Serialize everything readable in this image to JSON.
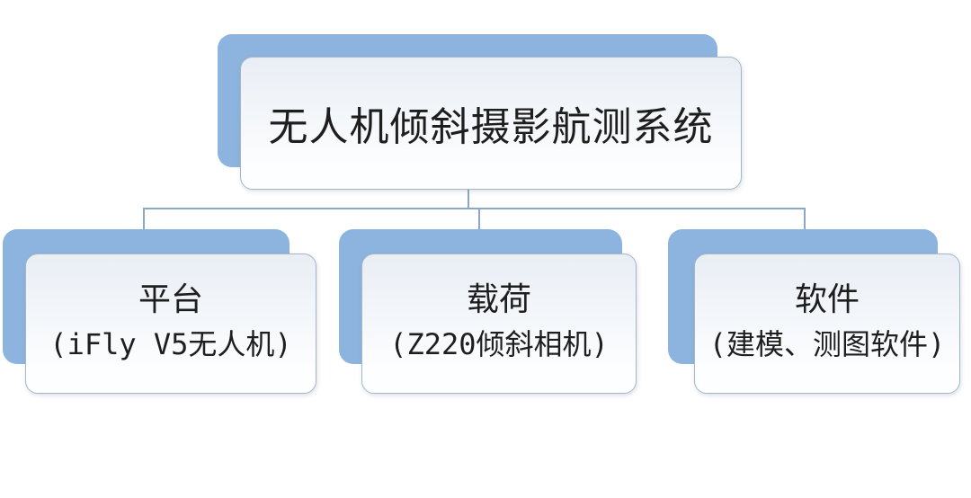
{
  "diagram": {
    "root": {
      "label": "无人机倾斜摄影航测系统"
    },
    "children": [
      {
        "title": "平台",
        "subtitle": "(iFly V5无人机)"
      },
      {
        "title": "载荷",
        "subtitle": "(Z220倾斜相机)"
      },
      {
        "title": "软件",
        "subtitle": "(建模、测图软件)"
      }
    ]
  },
  "colors": {
    "background": "#ffffff",
    "shadow_blue": "#8db4de",
    "box_fill_top": "#e9eef5",
    "box_fill_bottom": "#fdfeff",
    "box_border": "#a4b6c8",
    "connector": "#8ba7c3",
    "text": "#1e1e1e"
  }
}
